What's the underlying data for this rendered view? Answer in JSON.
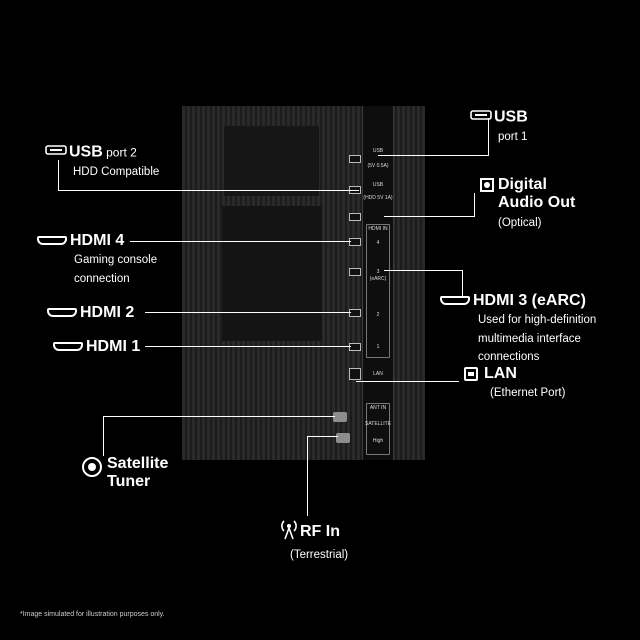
{
  "labels": {
    "usb1_title": "USB",
    "usb1_sub": "port 1",
    "usb2_title": "USB",
    "usb2_suffix": " port 2",
    "usb2_sub": "HDD Compatible",
    "digital_audio_line1": "Digital",
    "digital_audio_line2": "Audio Out",
    "digital_audio_sub": "(Optical)",
    "hdmi4_title": "HDMI 4",
    "hdmi4_sub1": "Gaming console",
    "hdmi4_sub2": "connection",
    "hdmi3_title": "HDMI 3 (eARC)",
    "hdmi3_sub1": "Used for high-definition",
    "hdmi3_sub2": "multimedia interface",
    "hdmi3_sub3": "connections",
    "hdmi2_title": "HDMI 2",
    "hdmi1_title": "HDMI 1",
    "lan_title": "LAN",
    "lan_sub": "(Ethernet Port)",
    "satellite_line1": "Satellite",
    "satellite_line2": "Tuner",
    "rf_title": "RF In",
    "rf_sub": "(Terrestrial)"
  },
  "rail": {
    "usb_a": "USB",
    "usb_a_spec": "(5V 0.5A)",
    "usb_b": "USB",
    "usb_b_spec": "(HDD 5V 1A)",
    "hdmi_head": "HDMI IN",
    "hdmi4": "4",
    "hdmi3": "3",
    "hdmi3_earc": "(eARC)",
    "hdmi2": "2",
    "hdmi1": "1",
    "lan": "LAN",
    "ant": "ANT IN",
    "ant_spec": "SATELLITE",
    "high": "High"
  },
  "note": "*Image simulated for illustration purposes only."
}
